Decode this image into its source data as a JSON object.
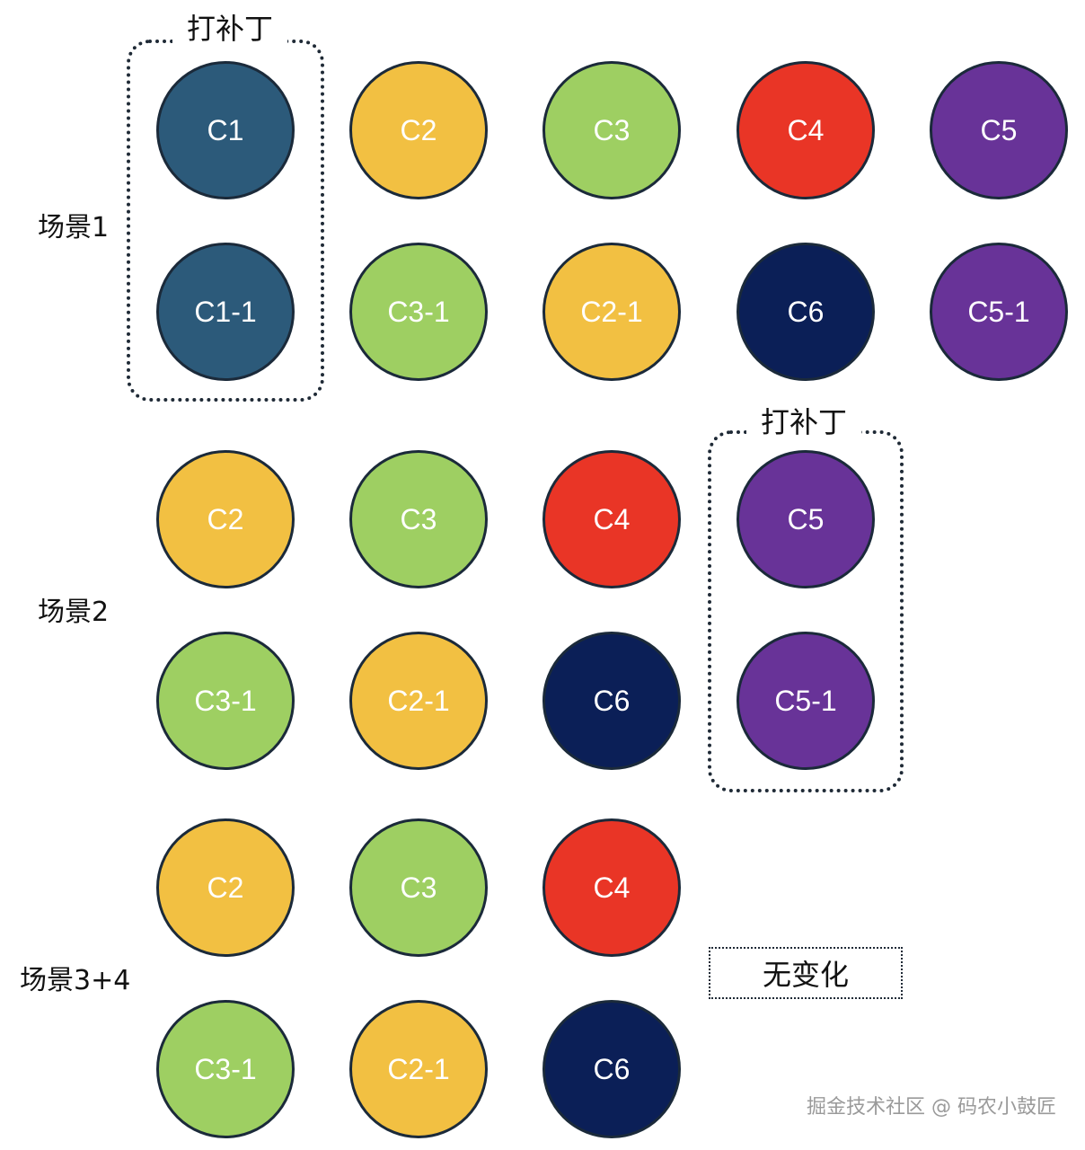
{
  "scenes": [
    {
      "label": "场景1",
      "rows": [
        [
          {
            "text": "C1",
            "color": "#2c5a7a"
          },
          {
            "text": "C2",
            "color": "#f2c042"
          },
          {
            "text": "C3",
            "color": "#9ecf62"
          },
          {
            "text": "C4",
            "color": "#e93526"
          },
          {
            "text": "C5",
            "color": "#683398"
          }
        ],
        [
          {
            "text": "C1-1",
            "color": "#2c5a7a"
          },
          {
            "text": "C3-1",
            "color": "#9ecf62"
          },
          {
            "text": "C2-1",
            "color": "#f2c042"
          },
          {
            "text": "C6",
            "color": "#0b1f57"
          },
          {
            "text": "C5-1",
            "color": "#683398"
          }
        ]
      ],
      "patch_title": "打补丁"
    },
    {
      "label": "场景2",
      "rows": [
        [
          {
            "text": "C2",
            "color": "#f2c042"
          },
          {
            "text": "C3",
            "color": "#9ecf62"
          },
          {
            "text": "C4",
            "color": "#e93526"
          },
          {
            "text": "C5",
            "color": "#683398"
          }
        ],
        [
          {
            "text": "C3-1",
            "color": "#9ecf62"
          },
          {
            "text": "C2-1",
            "color": "#f2c042"
          },
          {
            "text": "C6",
            "color": "#0b1f57"
          },
          {
            "text": "C5-1",
            "color": "#683398"
          }
        ]
      ],
      "patch_title": "打补丁"
    },
    {
      "label": "场景3+4",
      "rows": [
        [
          {
            "text": "C2",
            "color": "#f2c042"
          },
          {
            "text": "C3",
            "color": "#9ecf62"
          },
          {
            "text": "C4",
            "color": "#e93526"
          }
        ],
        [
          {
            "text": "C3-1",
            "color": "#9ecf62"
          },
          {
            "text": "C2-1",
            "color": "#f2c042"
          },
          {
            "text": "C6",
            "color": "#0b1f57"
          }
        ]
      ],
      "note": "无变化"
    }
  ],
  "watermark": "掘金技术社区 @ 码农小鼓匠"
}
